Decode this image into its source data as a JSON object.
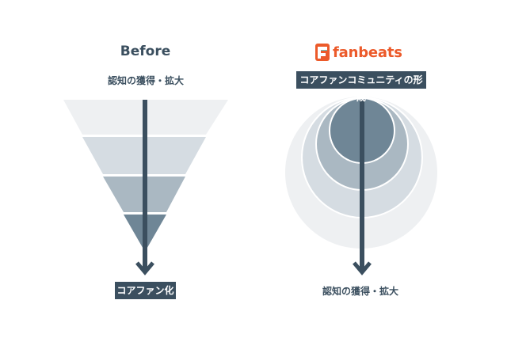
{
  "left": {
    "title": "Before",
    "top_label": "認知の獲得・拡大",
    "bottom_label": "コアファン化"
  },
  "right": {
    "logo_text": "fanbeats",
    "logo_icon": "fanbeats-logo-icon",
    "top_label": "コアファンコミュニティの形成",
    "bottom_label": "認知の獲得・拡大"
  },
  "colors": {
    "navy": "#3b4f5f",
    "level1": "#eef0f2",
    "level2": "#d5dce2",
    "level3": "#aab8c2",
    "level4": "#6f8696",
    "brand_orange": "#ec5a2a",
    "brand_teal": "#6ec6c0"
  }
}
